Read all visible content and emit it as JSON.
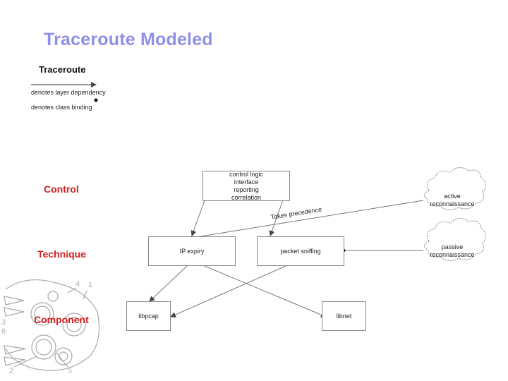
{
  "title": "Traceroute Modeled",
  "legend": {
    "title": "Traceroute",
    "dependency_label": "denotes layer dependency",
    "binding_label": "denotes class binding"
  },
  "layers": {
    "control": "Control",
    "technique": "Technique",
    "component": "Component"
  },
  "nodes": {
    "control_box": [
      "control logic",
      "interface",
      "reporting",
      "correlation"
    ],
    "ip_expiry": "IP expiry",
    "packet_sniffing": "packet sniffing",
    "libpcap": "libpcap",
    "libnet": "libnet",
    "active": [
      "active",
      "reconnaissance"
    ],
    "passive": [
      "passive",
      "reconnaissance"
    ]
  },
  "edge_label": "Takes precedence",
  "gear_numbers": [
    "4",
    "1",
    "3",
    "6",
    "2",
    "5"
  ]
}
